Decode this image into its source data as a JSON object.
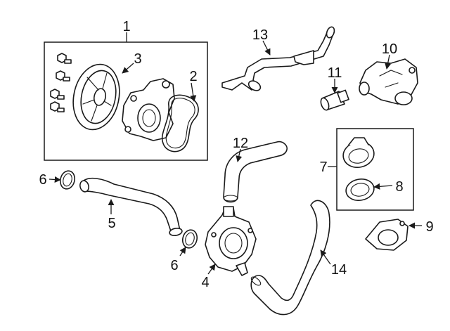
{
  "callouts": {
    "c1": "1",
    "c2": "2",
    "c3": "3",
    "c4": "4",
    "c5": "5",
    "c6a": "6",
    "c6b": "6",
    "c7": "7",
    "c8": "8",
    "c9": "9",
    "c10": "10",
    "c11": "11",
    "c12": "12",
    "c13": "13",
    "c14": "14"
  },
  "colors": {
    "ink": "#1a1a1a",
    "background": "#ffffff"
  }
}
